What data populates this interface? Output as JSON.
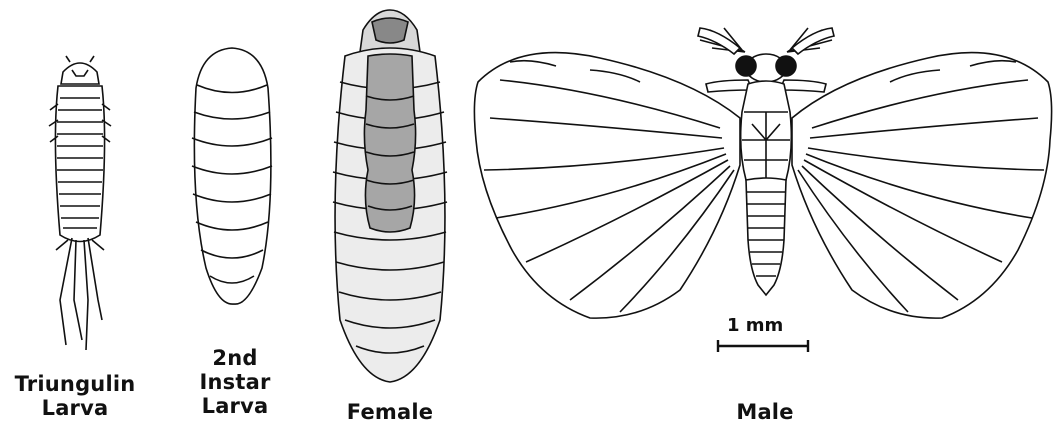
{
  "figure": {
    "labels": {
      "triungulin": [
        "Triungulin",
        "Larva"
      ],
      "second_instar": [
        "2nd",
        "Instar",
        "Larva"
      ],
      "female": "Female",
      "male": "Male"
    },
    "scale_bar": "1 mm",
    "colors": {
      "line": "#111111",
      "body_fill": "#f2f2f2",
      "gut_fill": "#a6a6a6",
      "wing_fill": "#ffffff"
    }
  }
}
